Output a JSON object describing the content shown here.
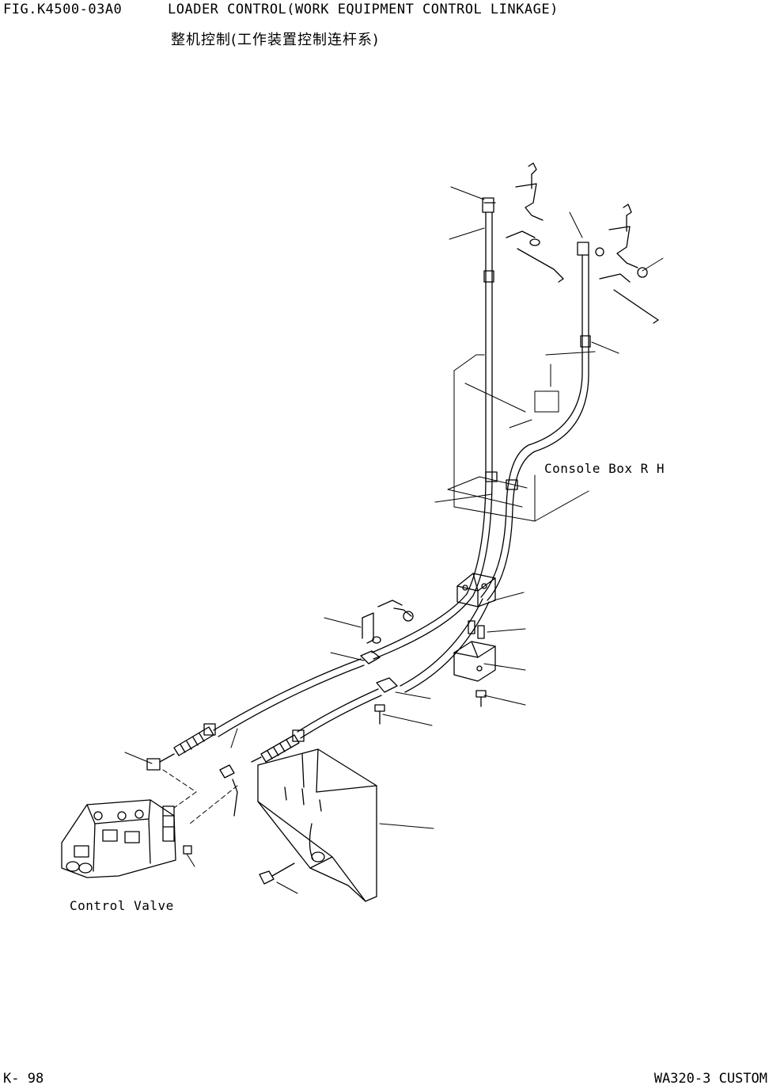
{
  "header": {
    "figure_number": "FIG.K4500-03A0",
    "title_en": "LOADER CONTROL(WORK EQUIPMENT CONTROL LINKAGE)",
    "title_cn": "整机控制(工作装置控制连杆系)"
  },
  "labels": {
    "console_box": "Console Box R H",
    "control_valve": "Control Valve"
  },
  "footer": {
    "page_number": "K- 98",
    "model": "WA320-3 CUSTOM"
  }
}
